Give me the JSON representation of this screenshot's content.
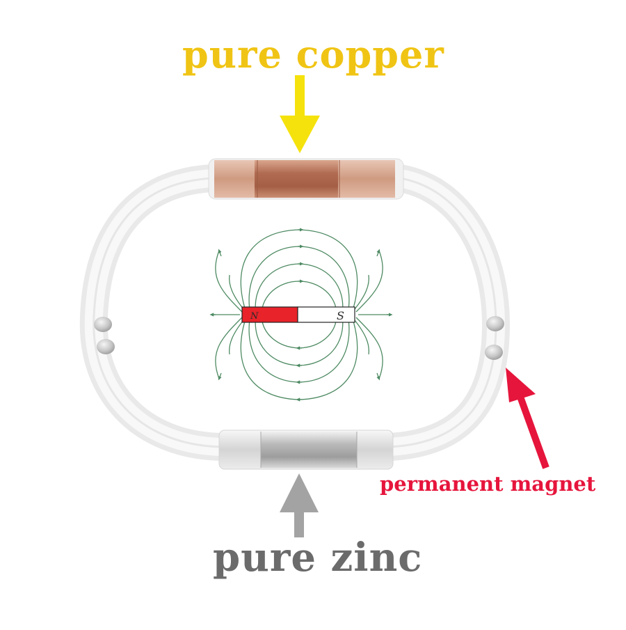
{
  "labels": {
    "copper": "pure copper",
    "magnet": "permanent magnet",
    "zinc": "pure zinc"
  },
  "bar_magnet": {
    "north": "N",
    "south": "S"
  },
  "colors": {
    "copper_label": "#f0c414",
    "magnet_label": "#e6153c",
    "zinc_label": "#6b6b6b",
    "copper_sleeve": "#b9735a",
    "zinc_sleeve": "#c9c9c9",
    "field_lines": "#4d8a62",
    "north_pole": "#e8232a"
  },
  "icons": [
    "arrow-down-icon",
    "arrow-up-icon",
    "arrow-diagonal-icon"
  ]
}
